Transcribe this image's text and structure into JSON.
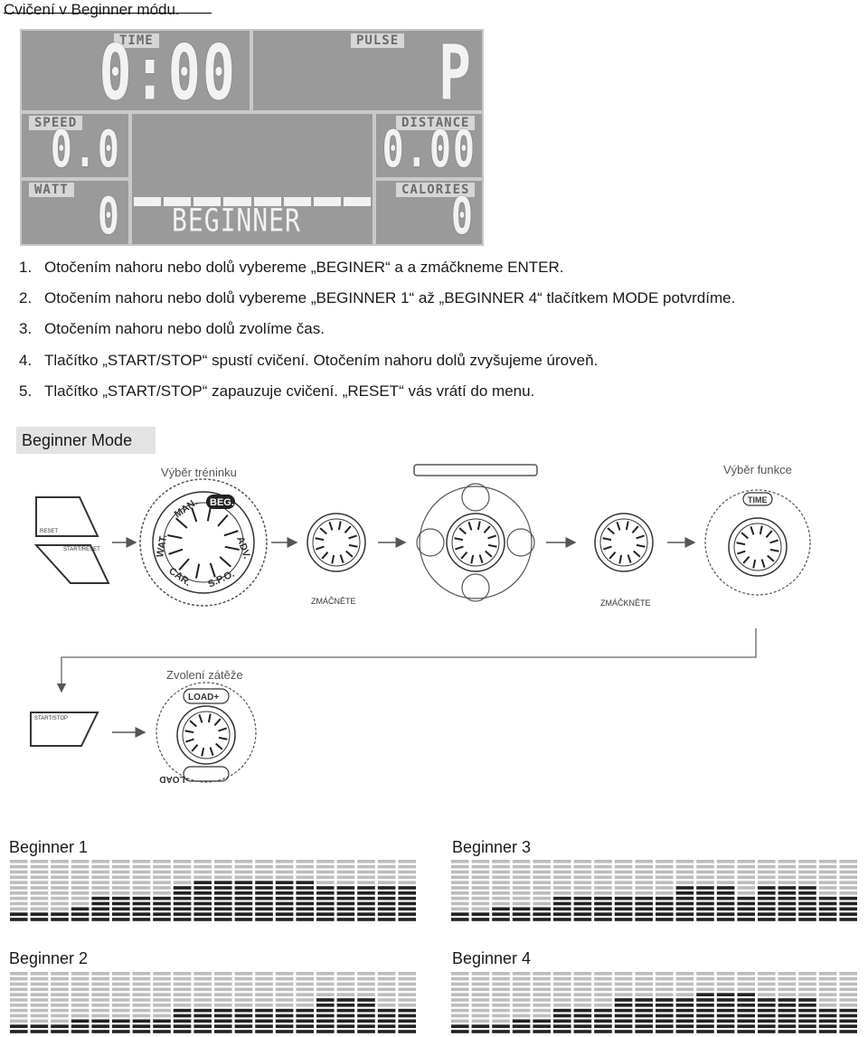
{
  "heading": "Cvičení v Beginner módu.",
  "display": {
    "time_label": "TIME",
    "time_value": "0:00",
    "pulse_label": "PULSE",
    "pulse_value": "P",
    "speed_label": "SPEED",
    "speed_value": "0.0",
    "distance_label": "DISTANCE",
    "distance_value": "0.00",
    "watt_label": "WATT",
    "watt_value": "0",
    "calories_label": "CALORIES",
    "calories_value": "0",
    "program_text": "BEGINNER"
  },
  "steps": [
    {
      "num": "1.",
      "text": "Otočením nahoru nebo dolů vybereme „BEGINER“ a a zmáčkneme ENTER."
    },
    {
      "num": "2.",
      "text": "Otočením nahoru nebo dolů vybereme „BEGINNER 1“ až „BEGINNER 4“ tlačítkem MODE potvrdíme."
    },
    {
      "num": "3.",
      "text": "Otočením nahoru nebo dolů zvolíme čas."
    },
    {
      "num": "4.",
      "text": "Tlačítko „START/STOP“ spustí cvičení. Otočením nahoru dolů zvyšujeme úroveň."
    },
    {
      "num": "5.",
      "text": "Tlačítko „START/STOP“ zapauzuje cvičení. „RESET“ vás vrátí do menu."
    }
  ],
  "mode_title": "Beginner Mode",
  "diagram": {
    "training_label": "Výběr tréninku",
    "ring_labels": [
      "MAN.",
      "BEG.",
      "ADV.",
      "S.P.O.",
      "CAR.",
      "WAT."
    ],
    "button_reset": "RESET",
    "button_start_reset": "START/RESET",
    "press_label_1": "ZMÁČNĚTE",
    "press_label_2": "ZMÁČKNĚTE",
    "function_label": "Výběr funkce",
    "time_badge": "TIME",
    "load_label": "Zvolení zátěže",
    "load_plus": "LOAD+",
    "load_minus": "-LOAD",
    "button_start_stop": "START/STOP"
  },
  "profiles": [
    {
      "title": "Beginner 1",
      "levels": [
        1,
        1,
        1,
        2,
        3,
        3,
        3,
        3,
        4,
        5,
        5,
        5,
        5,
        5,
        5,
        4,
        4,
        4,
        4,
        4
      ]
    },
    {
      "title": "Beginner 2",
      "levels": [
        1,
        1,
        1,
        2,
        2,
        2,
        2,
        2,
        3,
        3,
        3,
        3,
        3,
        3,
        3,
        4,
        4,
        4,
        3,
        3
      ]
    },
    {
      "title": "Beginner 3",
      "levels": [
        1,
        1,
        2,
        2,
        2,
        3,
        3,
        3,
        3,
        3,
        3,
        4,
        4,
        4,
        3,
        4,
        4,
        4,
        3,
        3
      ]
    },
    {
      "title": "Beginner 4",
      "levels": [
        1,
        1,
        1,
        2,
        2,
        3,
        3,
        3,
        4,
        4,
        4,
        4,
        5,
        5,
        5,
        4,
        4,
        4,
        3,
        3
      ]
    }
  ],
  "colors": {
    "segment_dark": "#222222",
    "segment_light": "#bdbdbd"
  }
}
